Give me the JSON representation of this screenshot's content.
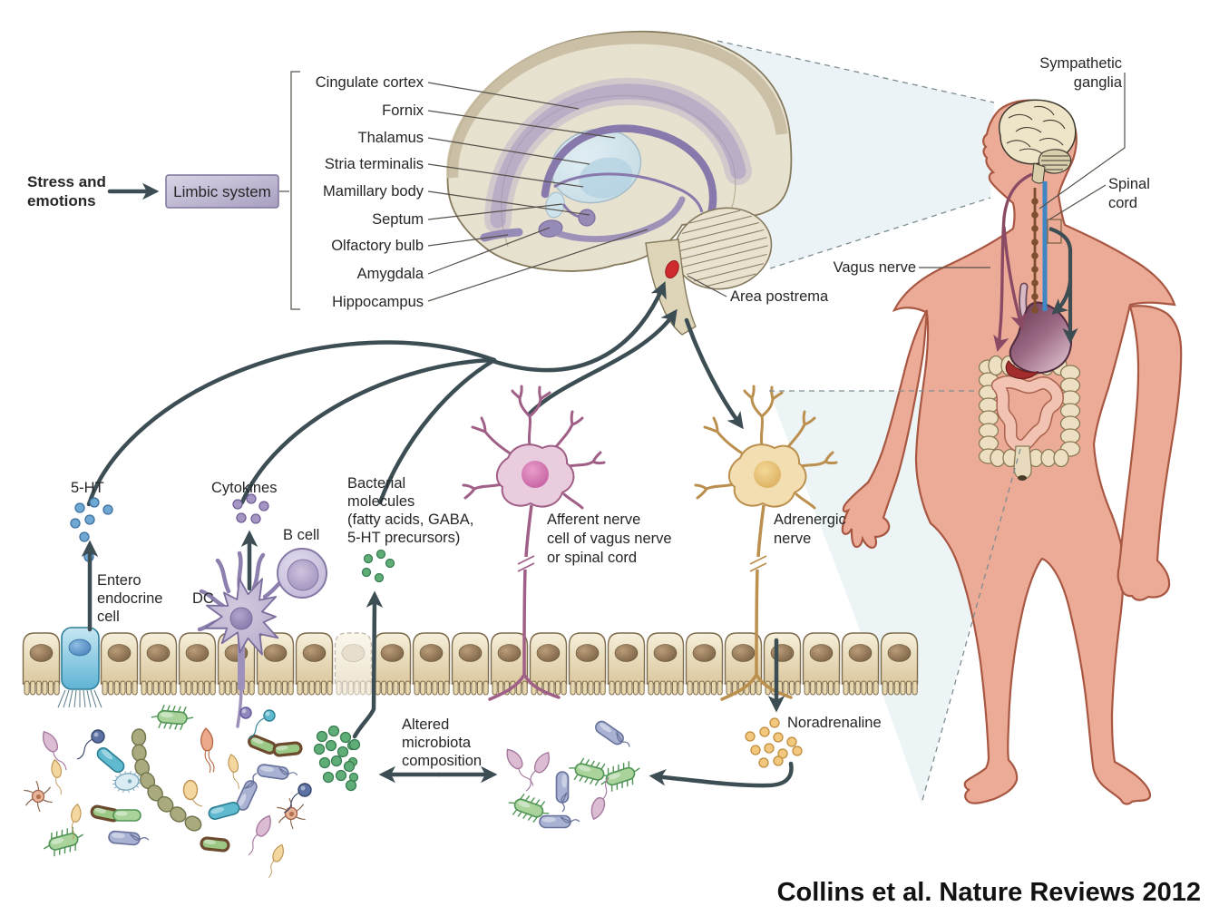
{
  "palette": {
    "arrow_slate": "#3c4d53",
    "leader_gray": "#55504a",
    "body_skin": "#ecab96",
    "body_outline": "#a85742",
    "brain_beige": "#e7e1cf",
    "limbic_purple": "#968ab6",
    "thalamus_blue": "#cfe3ec",
    "serotonin_dot": "#6fa8d2",
    "cytokine_dot": "#a495c2",
    "bacterial_dot": "#5fae77",
    "noradrenaline_dot": "#f2c87e",
    "spinal_cord_blue": "#3f87c4",
    "sympathetic_brown": "#7d4f2e",
    "vagus_maroon": "#8a4a63",
    "area_postrema_red": "#cf2b2e"
  },
  "stress_label": [
    "Stress and",
    "emotions"
  ],
  "limbic_box_label": "Limbic system",
  "brain_labels": [
    "Cingulate cortex",
    "Fornix",
    "Thalamus",
    "Stria terminalis",
    "Mamillary body",
    "Septum",
    "Olfactory bulb",
    "Amygdala",
    "Hippocampus"
  ],
  "area_postrema_label": "Area postrema",
  "body_labels": {
    "sympathetic_ganglia": [
      "Sympathetic",
      "ganglia"
    ],
    "spinal_cord": [
      "Spinal",
      "cord"
    ],
    "vagus_nerve": "Vagus nerve"
  },
  "gut_labels": {
    "serotonin": "5-HT",
    "cytokines": "Cytokines",
    "b_cell": "B cell",
    "dendritic_cell": "DC",
    "bacterial_molecules": [
      "Bacterial",
      "molecules",
      "(fatty acids, GABA,",
      "5-HT precursors)"
    ],
    "enteroendocrine_cell": [
      "Entero",
      "endocrine",
      "cell"
    ],
    "afferent_nerve": [
      "Afferent nerve",
      "cell of vagus nerve",
      "or spinal cord"
    ],
    "adrenergic_nerve": [
      "Adrenergic",
      "nerve"
    ],
    "noradrenaline": "Noradrenaline",
    "altered_microbiota": [
      "Altered",
      "microbiota",
      "composition"
    ]
  },
  "citation": "Collins et al. Nature Reviews 2012"
}
